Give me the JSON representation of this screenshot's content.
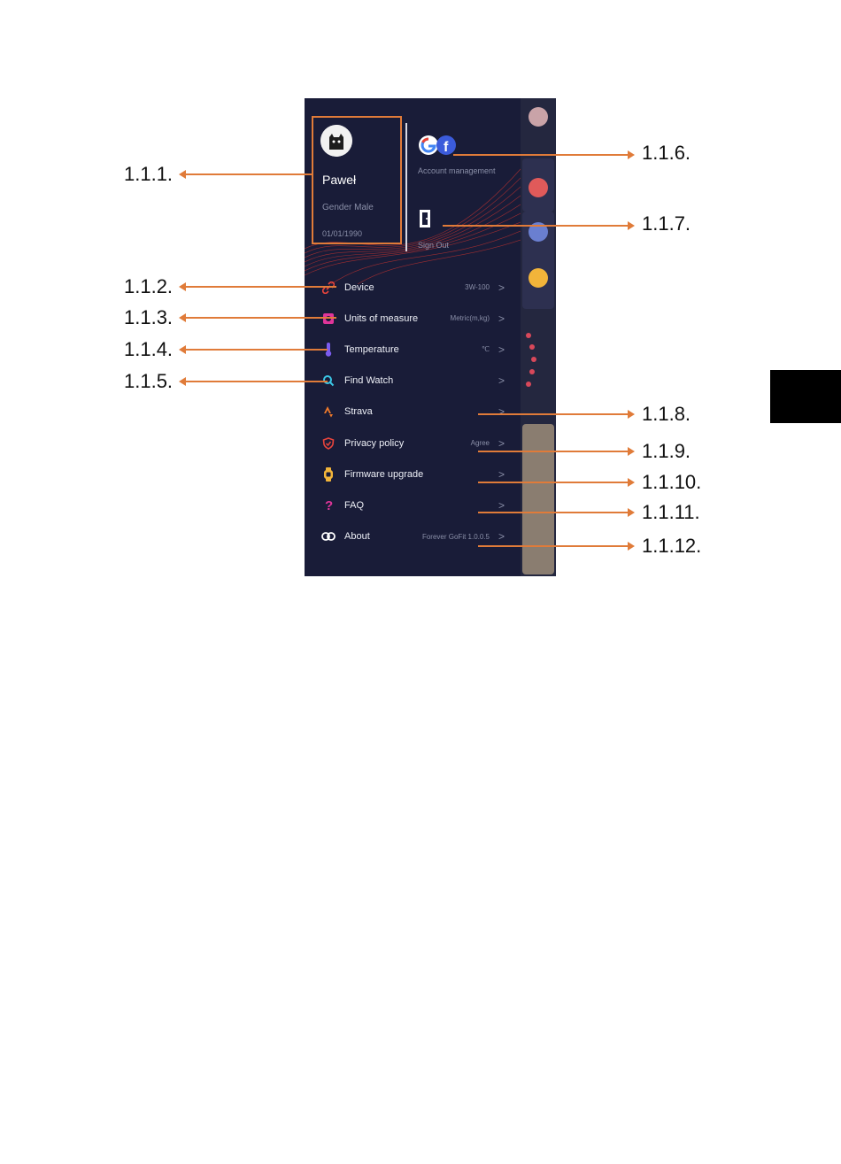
{
  "callouts": {
    "c111": "1.1.1.",
    "c112": "1.1.2.",
    "c113": "1.1.3.",
    "c114": "1.1.4.",
    "c115": "1.1.5.",
    "c116": "1.1.6.",
    "c117": "1.1.7.",
    "c118": "1.1.8.",
    "c119": "1.1.9.",
    "c1110": "1.1.10.",
    "c1111": "1.1.11.",
    "c1112": "1.1.12."
  },
  "profile": {
    "name": "Paweł",
    "gender": "Gender Male",
    "date": "01/01/1990"
  },
  "account": {
    "label": "Account management",
    "signout": "Sign Out"
  },
  "menu": [
    {
      "label": "Device",
      "value": "3W-100",
      "icon": "link-icon",
      "color": "#e8443c"
    },
    {
      "label": "Units of measure",
      "value": "Metric(m,kg)",
      "icon": "ruler-icon",
      "color": "#e0359a"
    },
    {
      "label": "Temperature",
      "value": "℃",
      "icon": "thermometer-icon",
      "color": "#7b5cf0"
    },
    {
      "label": "Find Watch",
      "value": "",
      "icon": "search-icon",
      "color": "#3bc7e6"
    },
    {
      "label": "Strava",
      "value": "",
      "icon": "strava-icon",
      "color": "#f07a2a"
    },
    {
      "label": "Privacy policy",
      "value": "Agree",
      "icon": "shield-icon",
      "color": "#e8443c"
    },
    {
      "label": "Firmware upgrade",
      "value": "",
      "icon": "watch-icon",
      "color": "#f2b43a"
    },
    {
      "label": "FAQ",
      "value": "",
      "icon": "question-icon",
      "color": "#e0359a"
    },
    {
      "label": "About",
      "value": "Forever GoFit 1.0.0.5",
      "icon": "info-icon",
      "color": "#ffffff"
    }
  ],
  "colors": {
    "accent": "#e07b39",
    "screen_bg": "#191c38"
  }
}
